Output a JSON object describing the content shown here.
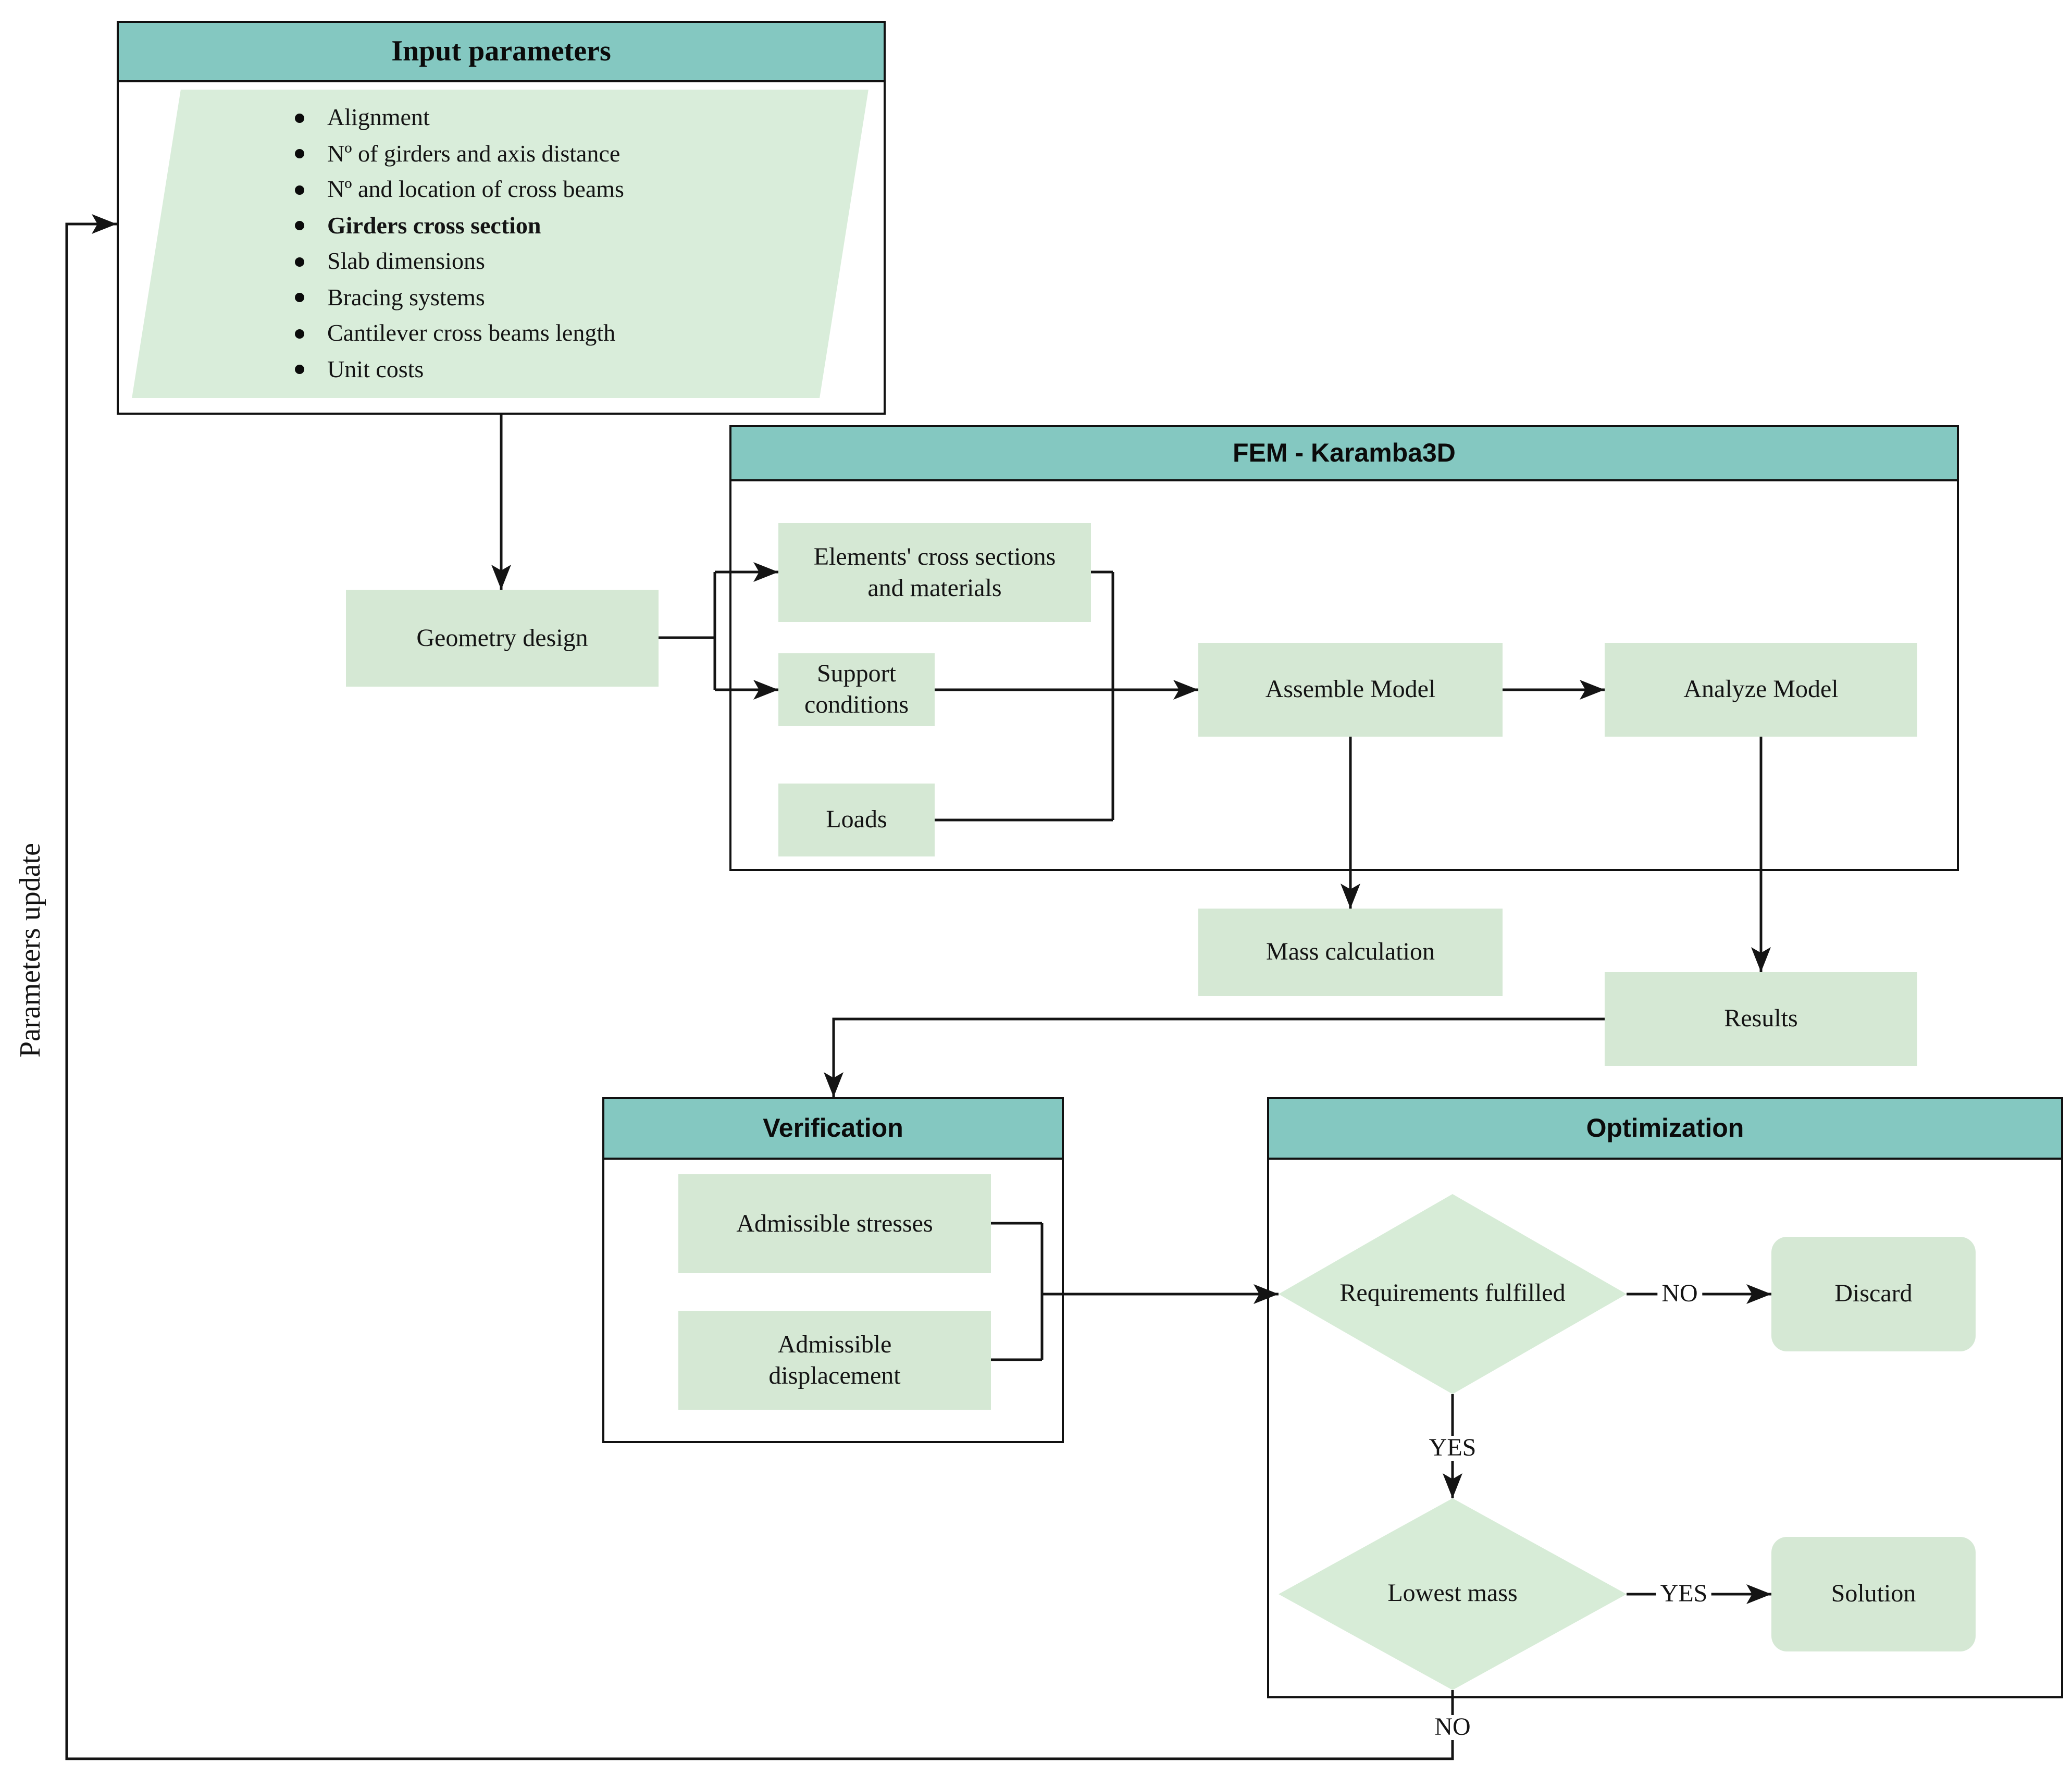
{
  "diagram": {
    "input_parameters": {
      "title": "Input parameters",
      "items": [
        "Alignment",
        "Nº of girders and axis distance",
        "Nº and location of cross beams",
        "Girders cross section",
        "Slab dimensions",
        "Bracing systems",
        "Cantilever cross beams length",
        "Unit costs"
      ],
      "bold_item_index": 3
    },
    "sections": {
      "fem_title": "FEM - Karamba3D",
      "verification_title": "Verification",
      "optimization_title": "Optimization"
    },
    "nodes": {
      "geometry_design": "Geometry design",
      "elements_cross": "Elements' cross sections and materials",
      "support_conditions": "Support conditions",
      "loads": "Loads",
      "assemble_model": "Assemble Model",
      "analyze_model": "Analyze Model",
      "mass_calculation": "Mass calculation",
      "results": "Results",
      "admissible_stresses": "Admissible stresses",
      "admissible_displacement": "Admissible displacement",
      "requirements_fulfilled": "Requirements fulfilled",
      "discard": "Discard",
      "lowest_mass": "Lowest mass",
      "solution": "Solution"
    },
    "labels": {
      "requirements_no": "NO",
      "requirements_yes": "YES",
      "lowest_mass_yes": "YES",
      "lowest_mass_no": "NO",
      "feedback": "Parameters update"
    },
    "colors": {
      "header_teal": "#84c8c1",
      "node_green": "#d5e8d4",
      "parallelogram_green": "#d9edda",
      "diamond_green": "#d7ecd7",
      "line": "#141414"
    }
  }
}
